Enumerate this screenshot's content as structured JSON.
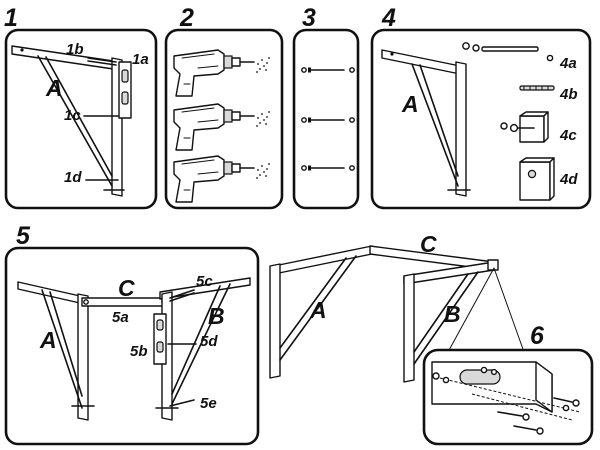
{
  "steps": [
    "1",
    "2",
    "3",
    "4",
    "5",
    "6"
  ],
  "parts": {
    "a": "A",
    "b": "B",
    "c": "C"
  },
  "labels": {
    "l1a": "1a",
    "l1b": "1b",
    "l1c": "1c",
    "l1d": "1d",
    "l4a": "4a",
    "l4b": "4b",
    "l4c": "4c",
    "l4d": "4d",
    "l5a": "5a",
    "l5b": "5b",
    "l5c": "5c",
    "l5d": "5d",
    "l5e": "5e"
  }
}
